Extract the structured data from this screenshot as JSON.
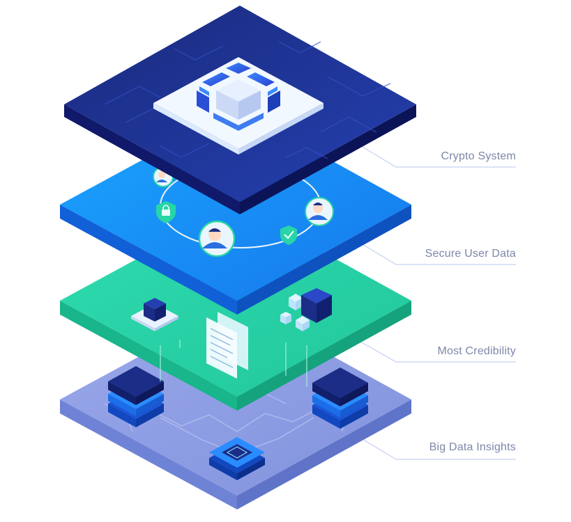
{
  "layers": [
    {
      "id": "crypto",
      "label": "Crypto System",
      "top": "#1b2d86",
      "side": "#10196a"
    },
    {
      "id": "secure",
      "label": "Secure User Data",
      "top": "#1690f2",
      "side": "#1160d8"
    },
    {
      "id": "credibility",
      "label": "Most Credibility",
      "top": "#27d5a6",
      "side": "#19b58b"
    },
    {
      "id": "bigdata",
      "label": "Big Data Insights",
      "top": "#8d9de4",
      "side": "#6f83d6"
    }
  ],
  "icons": {
    "logo": "cube-logo-icon",
    "users": "user-avatar-icon",
    "lock": "lock-shield-icon",
    "check": "check-shield-icon",
    "document": "document-icon",
    "server": "server-stack-icon",
    "chip": "microchip-icon"
  },
  "colors": {
    "label_text": "#7c86a8",
    "leader_line": "#b9c6ee"
  }
}
